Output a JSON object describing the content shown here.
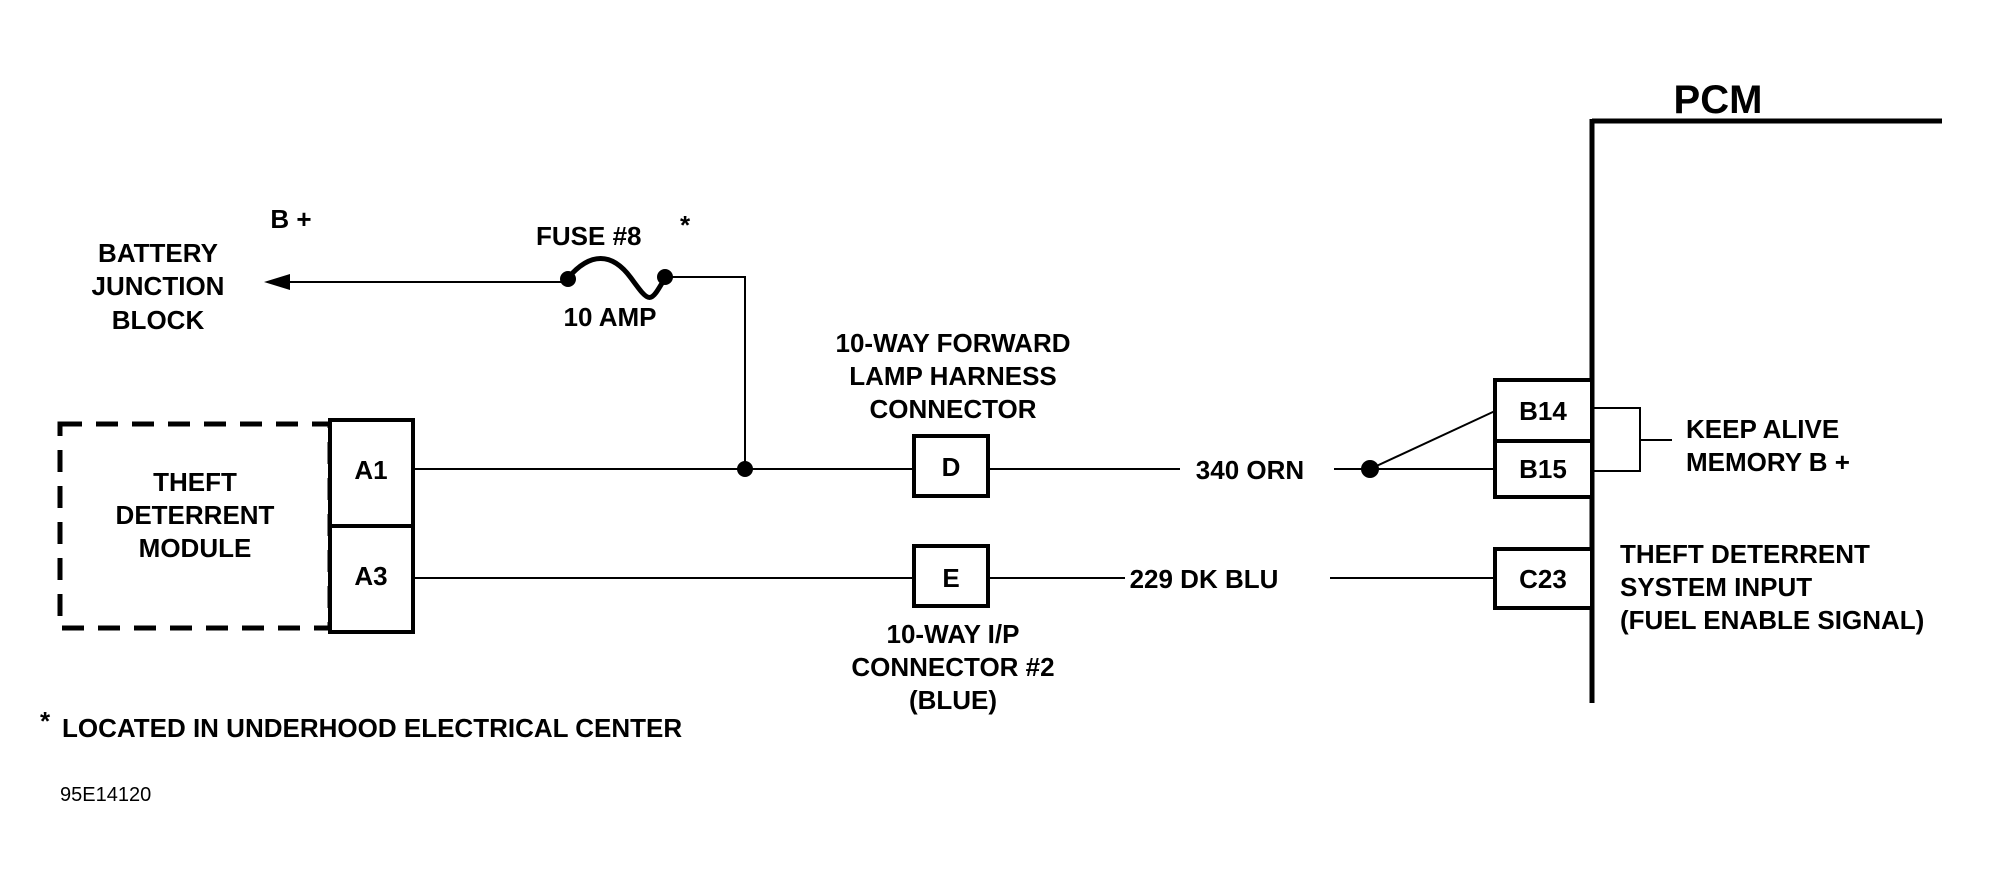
{
  "pcm": {
    "title": "PCM"
  },
  "battery": {
    "b_plus": "B +",
    "line1": "BATTERY",
    "line2": "JUNCTION",
    "line3": "BLOCK"
  },
  "fuse": {
    "name": "FUSE #8",
    "star": "*",
    "rating": "10 AMP"
  },
  "module": {
    "line1": "THEFT",
    "line2": "DETERRENT",
    "line3": "MODULE",
    "pins": [
      "A1",
      "A3"
    ]
  },
  "forward_connector": {
    "line1": "10-WAY FORWARD",
    "line2": "LAMP HARNESS",
    "line3": "CONNECTOR",
    "pin": "D"
  },
  "ip_connector": {
    "line1": "10-WAY I/P",
    "line2": "CONNECTOR #2",
    "line3": "(BLUE)",
    "pin": "E"
  },
  "wires": {
    "orange": "340 ORN",
    "blue": "229 DK BLU"
  },
  "pcm_pins": [
    "B14",
    "B15",
    "C23"
  ],
  "keep_alive": {
    "line1": "KEEP ALIVE",
    "line2": "MEMORY B +"
  },
  "theft_input": {
    "line1": "THEFT DETERRENT",
    "line2": "SYSTEM INPUT",
    "line3": "(FUEL ENABLE SIGNAL)"
  },
  "footnote": {
    "star": "*",
    "text": "LOCATED IN UNDERHOOD ELECTRICAL CENTER"
  },
  "figure_id": "95E14120"
}
